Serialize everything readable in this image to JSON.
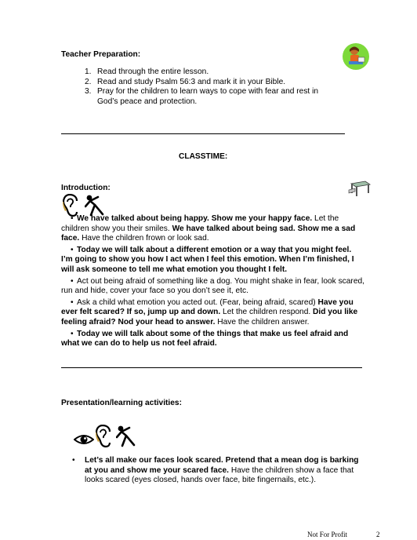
{
  "prep": {
    "heading": "Teacher Preparation:",
    "items": [
      {
        "num": "1.",
        "text": "Read through the entire lesson."
      },
      {
        "num": "2.",
        "text": "Read and study Psalm 56:3 and mark it in your Bible."
      },
      {
        "num": "3.",
        "text": "Pray for the children to learn ways to cope with fear and rest in God’s peace and protection."
      }
    ]
  },
  "classtime": {
    "heading": "CLASSTIME:"
  },
  "intro": {
    "heading": "Introduction:",
    "bullets": [
      [
        {
          "b": true,
          "t": "We have talked about being happy. Show me your happy face."
        },
        {
          "b": false,
          "t": " Let the children show you their smiles. "
        },
        {
          "b": true,
          "t": "We have talked about being sad. Show me a sad face."
        },
        {
          "b": false,
          "t": " Have the children frown or look sad."
        }
      ],
      [
        {
          "b": true,
          "t": "Today we will talk about a different emotion or a way that you might feel. I’m going to show you how I act when I feel this emotion. When I’m finished, I will ask someone to tell me what emotion you thought I felt."
        }
      ],
      [
        {
          "b": false,
          "t": "Act out being afraid of something like a dog. You might shake in fear, look scared, run and hide, cover your face so you don’t see it, etc."
        }
      ],
      [
        {
          "b": false,
          "t": "Ask a child what emotion you acted out. (Fear, being afraid, scared) "
        },
        {
          "b": true,
          "t": "Have you ever felt scared? If so, jump up and down."
        },
        {
          "b": false,
          "t": " Let the children respond. "
        },
        {
          "b": true,
          "t": "Did you like feeling afraid? Nod your head to answer."
        },
        {
          "b": false,
          "t": " Have the children answer."
        }
      ],
      [
        {
          "b": true,
          "t": "Today we will talk about some of the things that make us feel afraid and what we can do to help us not feel afraid."
        }
      ]
    ]
  },
  "presentation": {
    "heading": "Presentation/learning activities:",
    "bullets": [
      [
        {
          "b": true,
          "t": "Let’s all make our faces look scared. Pretend that a mean dog is barking at you and show me your scared face."
        },
        {
          "b": false,
          "t": " Have the children show a face that looks scared (eyes closed, hands over face, bite fingernails, etc.)."
        }
      ]
    ]
  },
  "footer": {
    "label": "Not For Profit",
    "page": "2"
  },
  "icons": {
    "teacher": "teacher-reading-icon",
    "desk": "school-desk-icon",
    "intro_icons": [
      "ear-icon",
      "movement-figure-icon"
    ],
    "pres_icons": [
      "eye-icon",
      "ear-icon",
      "movement-figure-icon"
    ]
  }
}
